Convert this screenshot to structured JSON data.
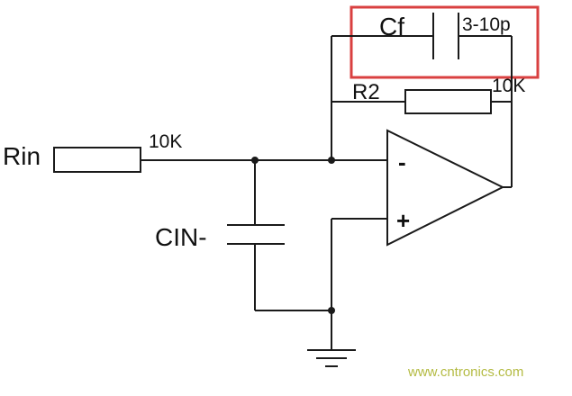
{
  "labels": {
    "cf": "Cf",
    "cf_value": "3-10p",
    "r2": "R2",
    "r2_value": "10K",
    "rin": "Rin",
    "rin_value": "10K",
    "cin": "CIN-",
    "opamp_inverting_input": "-",
    "opamp_noninverting_input": "+"
  },
  "watermark": "www.cntronics.com",
  "colors": {
    "wire": "#1a1a1a",
    "highlight_box": "#d94040",
    "watermark": "#b4bb43",
    "background": "#ffffff"
  }
}
